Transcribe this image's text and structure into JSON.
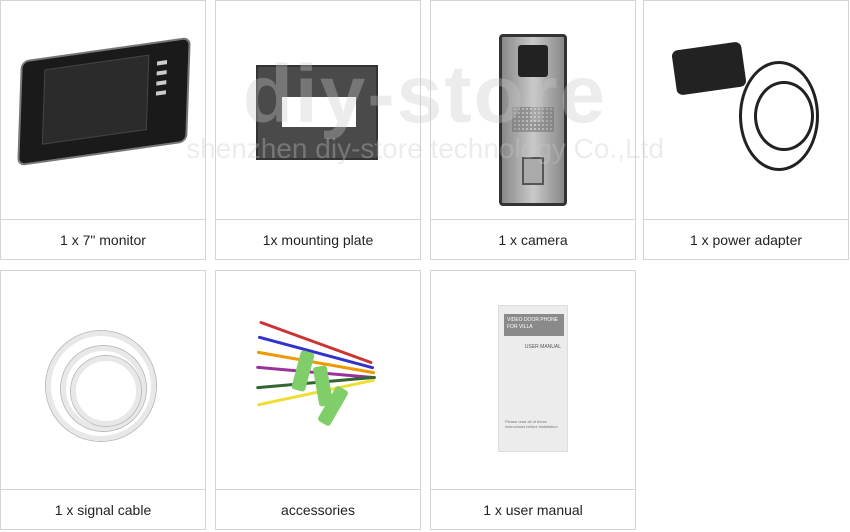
{
  "items": [
    {
      "label": "1 x 7\" monitor",
      "icon": "monitor"
    },
    {
      "label": "1x mounting plate",
      "icon": "mounting-plate"
    },
    {
      "label": "1 x camera",
      "icon": "camera"
    },
    {
      "label": "1 x power adapter",
      "icon": "power-adapter"
    },
    {
      "label": "1 x signal cable",
      "icon": "signal-cable"
    },
    {
      "label": "accessories",
      "icon": "accessories"
    },
    {
      "label": "1 x user manual",
      "icon": "user-manual"
    }
  ],
  "manual": {
    "band": "VIDEO DOOR PHONE FOR VILLA",
    "title": "USER MANUAL",
    "footer": "Please read all of these instructions before installation"
  },
  "watermark": {
    "brand": "diy-store",
    "company": "shenzhen diy-store technology Co.,Ltd"
  }
}
